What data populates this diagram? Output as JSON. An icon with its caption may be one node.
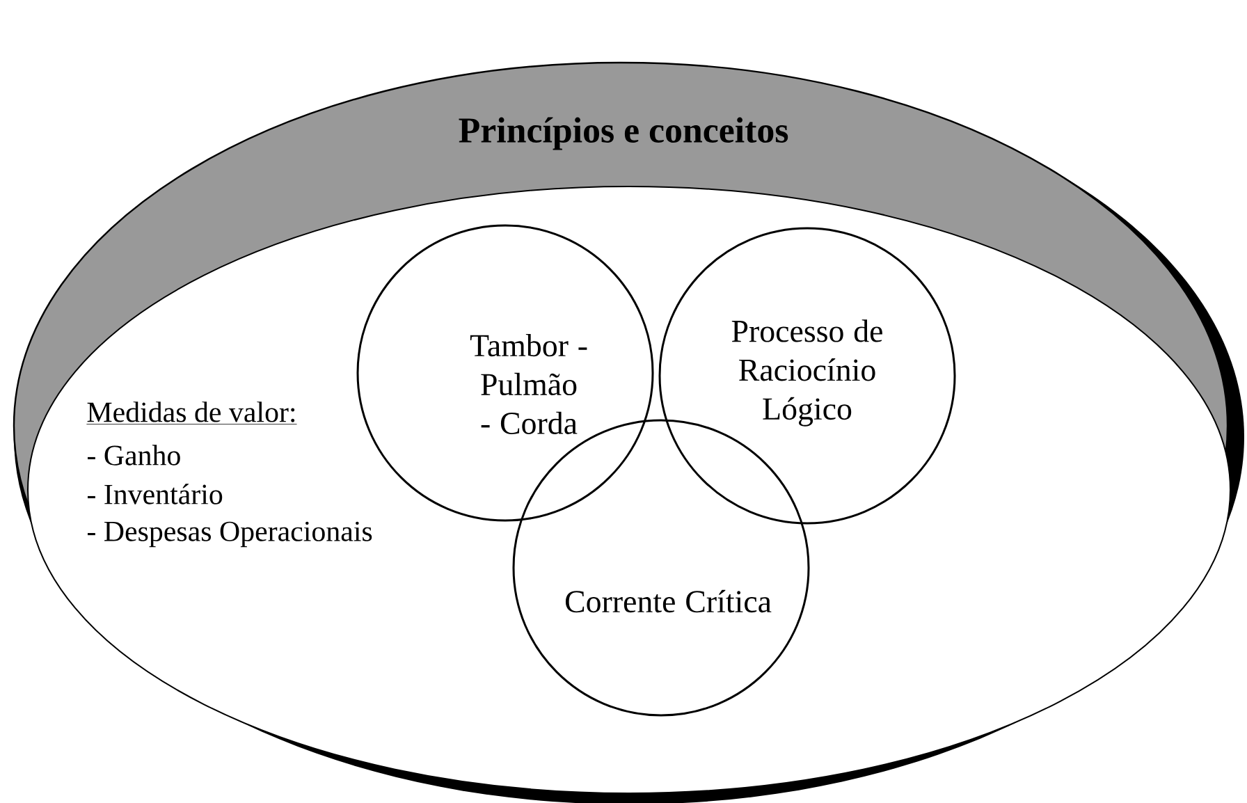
{
  "diagram": {
    "nodes": [
      {
        "text": [
          "Princípios e conceitos"
        ]
      },
      {
        "text": [
          "Tambor - Pulmão - Corda"
        ],
        "in": 0
      },
      {
        "text": [
          "Processo de Raciocínio Lógico"
        ],
        "in": 0
      },
      {
        "text": [
          "Corrente Crítica"
        ],
        "in": 0
      }
    ],
    "labels": [
      "Medidas de valor:",
      "- Ganho",
      "- Inventário",
      "- Despesas Operacionais"
    ]
  }
}
